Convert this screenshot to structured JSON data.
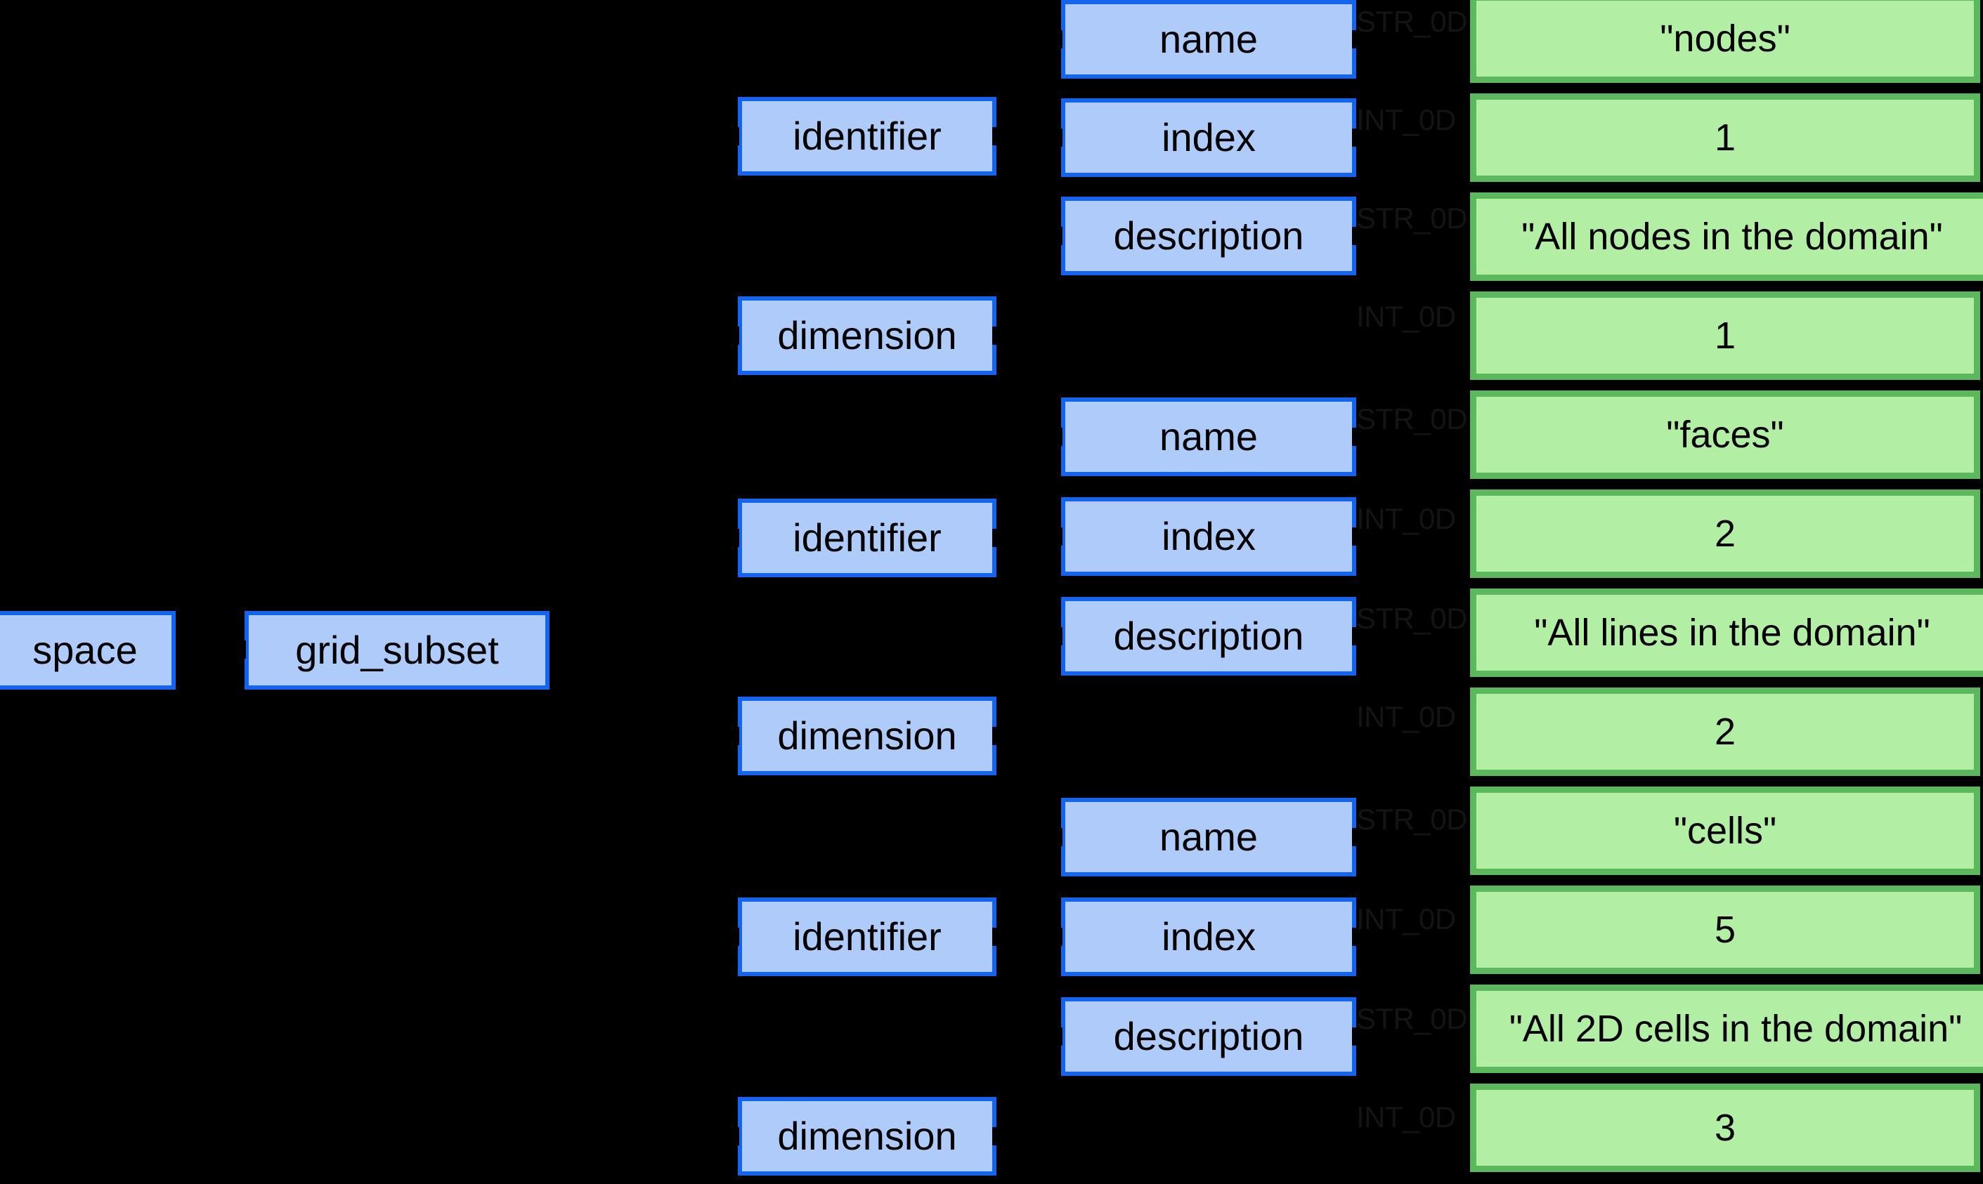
{
  "diagram": {
    "type": "tree",
    "background_color": "#000000",
    "node_fill_blue": "#aecbfa",
    "node_border_blue": "#1464f0",
    "node_fill_green": "#b2efa4",
    "node_border_green": "#5cb85c",
    "edge_label_color": "#141414"
  },
  "root": {
    "label": "space"
  },
  "level2": {
    "label": "grid_subset"
  },
  "level3": [
    {
      "label": "identifier"
    },
    {
      "label": "dimension"
    },
    {
      "label": "identifier"
    },
    {
      "label": "dimension"
    },
    {
      "label": "identifier"
    },
    {
      "label": "dimension"
    }
  ],
  "level4": [
    {
      "label": "name"
    },
    {
      "label": "index"
    },
    {
      "label": "description"
    },
    {
      "label": "name"
    },
    {
      "label": "index"
    },
    {
      "label": "description"
    },
    {
      "label": "name"
    },
    {
      "label": "index"
    },
    {
      "label": "description"
    }
  ],
  "edge_labels": [
    "STR_0D",
    "INT_0D",
    "STR_0D",
    "INT_0D",
    "STR_0D",
    "INT_0D",
    "STR_0D",
    "INT_0D",
    "STR_0D",
    "INT_0D",
    "STR_0D",
    "INT_0D"
  ],
  "values": [
    {
      "text": "\"nodes\"",
      "type": "STR_0D"
    },
    {
      "text": "1",
      "type": "INT_0D"
    },
    {
      "text": "\"All nodes in the domain\"",
      "type": "STR_0D"
    },
    {
      "text": "1",
      "type": "INT_0D"
    },
    {
      "text": "\"faces\"",
      "type": "STR_0D"
    },
    {
      "text": "2",
      "type": "INT_0D"
    },
    {
      "text": "\"All lines in the domain\"",
      "type": "STR_0D"
    },
    {
      "text": "2",
      "type": "INT_0D"
    },
    {
      "text": "\"cells\"",
      "type": "STR_0D"
    },
    {
      "text": "5",
      "type": "INT_0D"
    },
    {
      "text": "\"All 2D cells in the domain\"",
      "type": "STR_0D"
    },
    {
      "text": "3",
      "type": "INT_0D"
    }
  ]
}
